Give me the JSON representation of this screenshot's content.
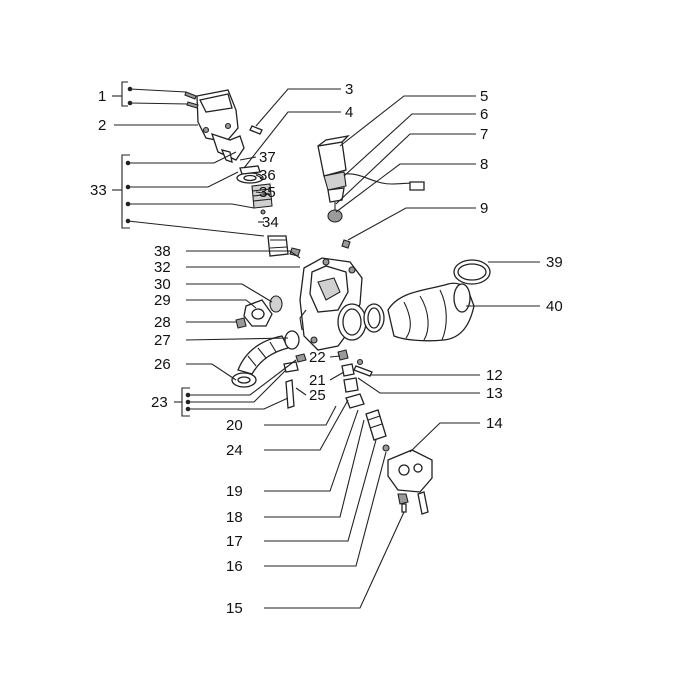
{
  "callouts": {
    "c1": "1",
    "c2": "2",
    "c3": "3",
    "c4": "4",
    "c5": "5",
    "c6": "6",
    "c7": "7",
    "c8": "8",
    "c9": "9",
    "c12": "12",
    "c13": "13",
    "c14": "14",
    "c15": "15",
    "c16": "16",
    "c17": "17",
    "c18": "18",
    "c19": "19",
    "c20": "20",
    "c21": "21",
    "c22": "22",
    "c23": "23",
    "c24": "24",
    "c25": "25",
    "c26": "26",
    "c27": "27",
    "c28": "28",
    "c29": "29",
    "c30": "30",
    "c32": "32",
    "c33": "33",
    "c34": "34",
    "c35": "35",
    "c36": "36",
    "c37": "37",
    "c38": "38",
    "c39": "39",
    "c40": "40"
  },
  "colors": {
    "ink": "#222222",
    "paper": "#ffffff",
    "shade": "#9a9a9a"
  }
}
